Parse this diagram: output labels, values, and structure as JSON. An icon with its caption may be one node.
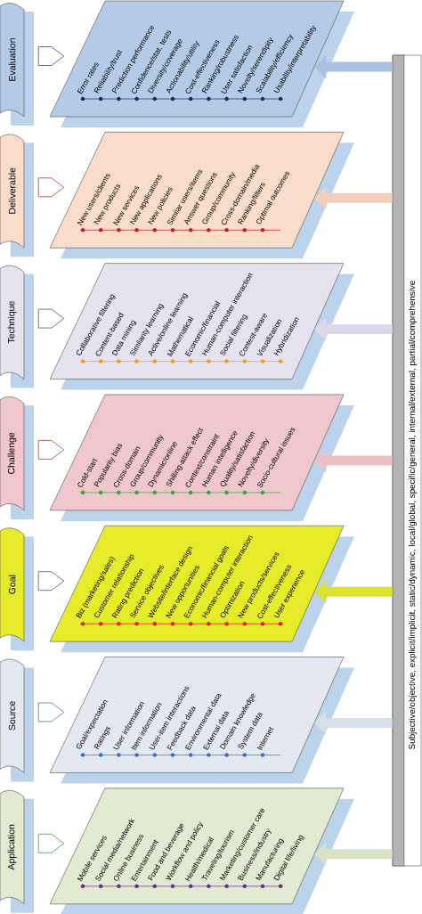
{
  "diagram": {
    "nodes": [
      {
        "text": [
          "Evaluation"
        ]
      },
      {
        "text": [
          "Error rates",
          "Reliability/trust",
          "Prediction performance",
          "Confidence/stat. tests",
          "Diversity/coverage",
          "Actionability/utility",
          "Cost-effectiveness",
          "Ranking/robustness",
          "User satisfaction",
          "Novelty/serendipity",
          "Scalability/efficiency",
          "Usability/interpretability"
        ]
      },
      {
        "text": [
          "Deliverable"
        ]
      },
      {
        "text": [
          "New users/clients",
          "New products",
          "New services",
          "New applications",
          "New policies",
          "Similar users/items",
          "Answer questions",
          "Group/community",
          "Cross-domain/media",
          "Ranking/filters",
          "Optimal outcomes"
        ]
      },
      {
        "text": [
          "Technique"
        ]
      },
      {
        "text": [
          "Collaborative filtering",
          "Content-based",
          "Data mining",
          "Similarity learning",
          "Active/online learning",
          "Mathematical",
          "Economic/financial",
          "Human-computer interaction",
          "Social filtering",
          "Contest-aware",
          "Visualization",
          "Hybridization"
        ]
      },
      {
        "text": [
          "Challenge"
        ]
      },
      {
        "text": [
          "Cold-start",
          "Popularity bias",
          "Cross-domain",
          "Group/community",
          "Dynamic/online",
          "Shilling-attack effect",
          "Context/constraint",
          "Human intelligence",
          "Quality/satisfaction",
          "Novelty/diversity",
          "Socio-cultural issues"
        ]
      },
      {
        "text": [
          "Goal"
        ]
      },
      {
        "text": [
          "Biz (marketing/sales)",
          "Customer relationship",
          "Rating prediction",
          "Service objectives",
          "Website/interface design",
          "New opportunities",
          "Economic/financial goals",
          "Human-computer interaction",
          "Optimization",
          "New products/services",
          "Cost-effectiveness",
          "User experience"
        ]
      },
      {
        "text": [
          "Source"
        ]
      },
      {
        "text": [
          "Goal/expectation",
          "Ratings",
          "User information",
          "Item information",
          "User-item interactions",
          "Feedback data",
          "Environmental data",
          "External data",
          "Domain knowledge",
          "System data",
          "Internet"
        ]
      },
      {
        "text": [
          "Application"
        ]
      },
      {
        "text": [
          "Mobile services",
          "Social media/network",
          "Online business",
          "Entertainment",
          "Food and beverage",
          "Workflow and policy",
          "Health/medical",
          "Traveling/tourism",
          "Marketing/customer care",
          "Business/industry",
          "Manufacturing",
          "Digital life/living"
        ]
      },
      {
        "text": [
          "Subjective/objective, explicit/implicit, static/dynamic, local/global, specific/general, internal/external, partial/comprehensive"
        ]
      }
    ],
    "edges": [
      {
        "from": 0,
        "to": 1,
        "arrow": "to",
        "color": "#3a4a7a"
      },
      {
        "from": 2,
        "to": 3,
        "arrow": "to",
        "color": "#c03030"
      },
      {
        "from": 4,
        "to": 5,
        "arrow": "to",
        "color": "#555555"
      },
      {
        "from": 6,
        "to": 7,
        "arrow": "to",
        "color": "#b04040"
      },
      {
        "from": 8,
        "to": 9,
        "arrow": "to",
        "color": "#555555"
      },
      {
        "from": 10,
        "to": 11,
        "arrow": "to",
        "color": "#4a70c0"
      },
      {
        "from": 12,
        "to": 13,
        "arrow": "to",
        "color": "#40a040"
      },
      {
        "from": 14,
        "to": 1,
        "arrow": "to",
        "color": "#a9c2e3"
      },
      {
        "from": 14,
        "to": 3,
        "arrow": "to",
        "color": "#f4d0ba"
      },
      {
        "from": 14,
        "to": 5,
        "arrow": "to",
        "color": "#ddd8ea"
      },
      {
        "from": 14,
        "to": 7,
        "arrow": "to",
        "color": "#ecbfc5"
      },
      {
        "from": 14,
        "to": 9,
        "arrow": "to",
        "color": "#dde32a"
      },
      {
        "from": 14,
        "to": 11,
        "arrow": "to",
        "color": "#d8dee8"
      },
      {
        "from": 14,
        "to": 13,
        "arrow": "to",
        "color": "#d8e2c4"
      }
    ]
  }
}
